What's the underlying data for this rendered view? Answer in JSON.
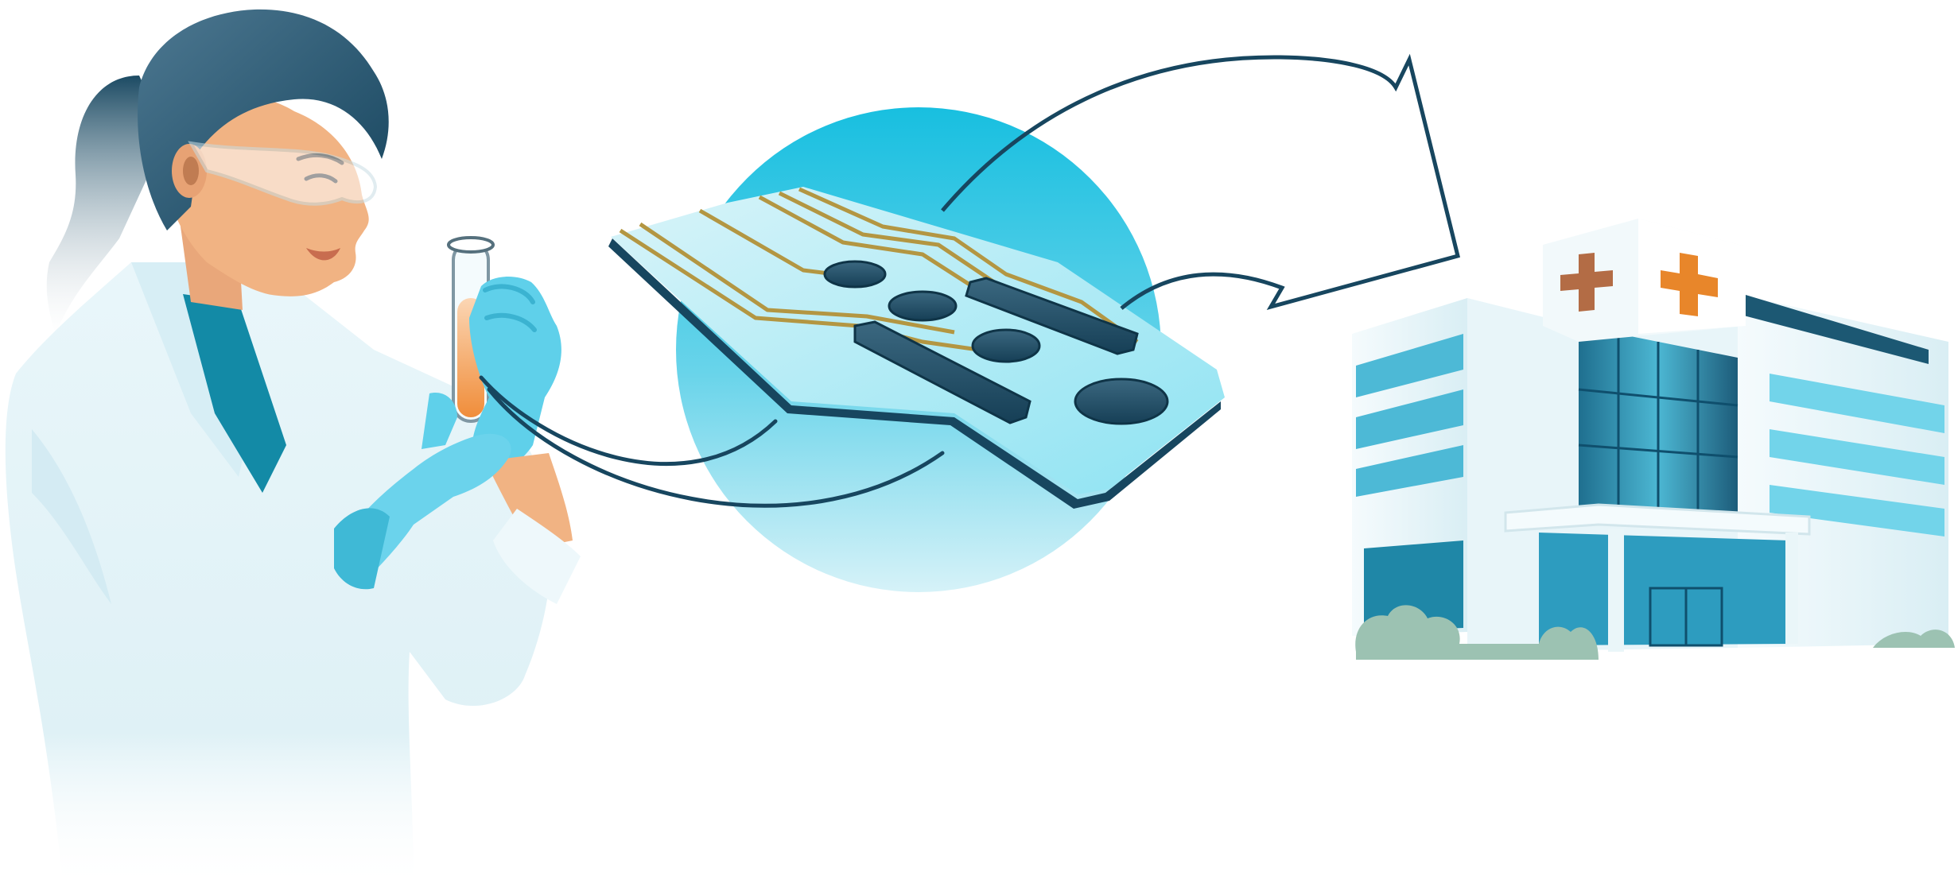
{
  "illustration": {
    "palette": {
      "deep_navy": "#17465f",
      "cyan": "#23c2e0",
      "light_cyan": "#bdeaf4",
      "glove_blue": "#5fd0ea",
      "coat_white": "#eef8fb",
      "skin": "#f1b383",
      "gold_trace": "#b39642",
      "orange_cross": "#e8862a",
      "brown_cross": "#b36c45",
      "shrub_green": "#9cc2b2"
    },
    "icons": [
      "scientist",
      "test-tube",
      "biosensor-chip",
      "hospital-building",
      "curved-arrow-icon",
      "medical-cross-icon"
    ]
  }
}
